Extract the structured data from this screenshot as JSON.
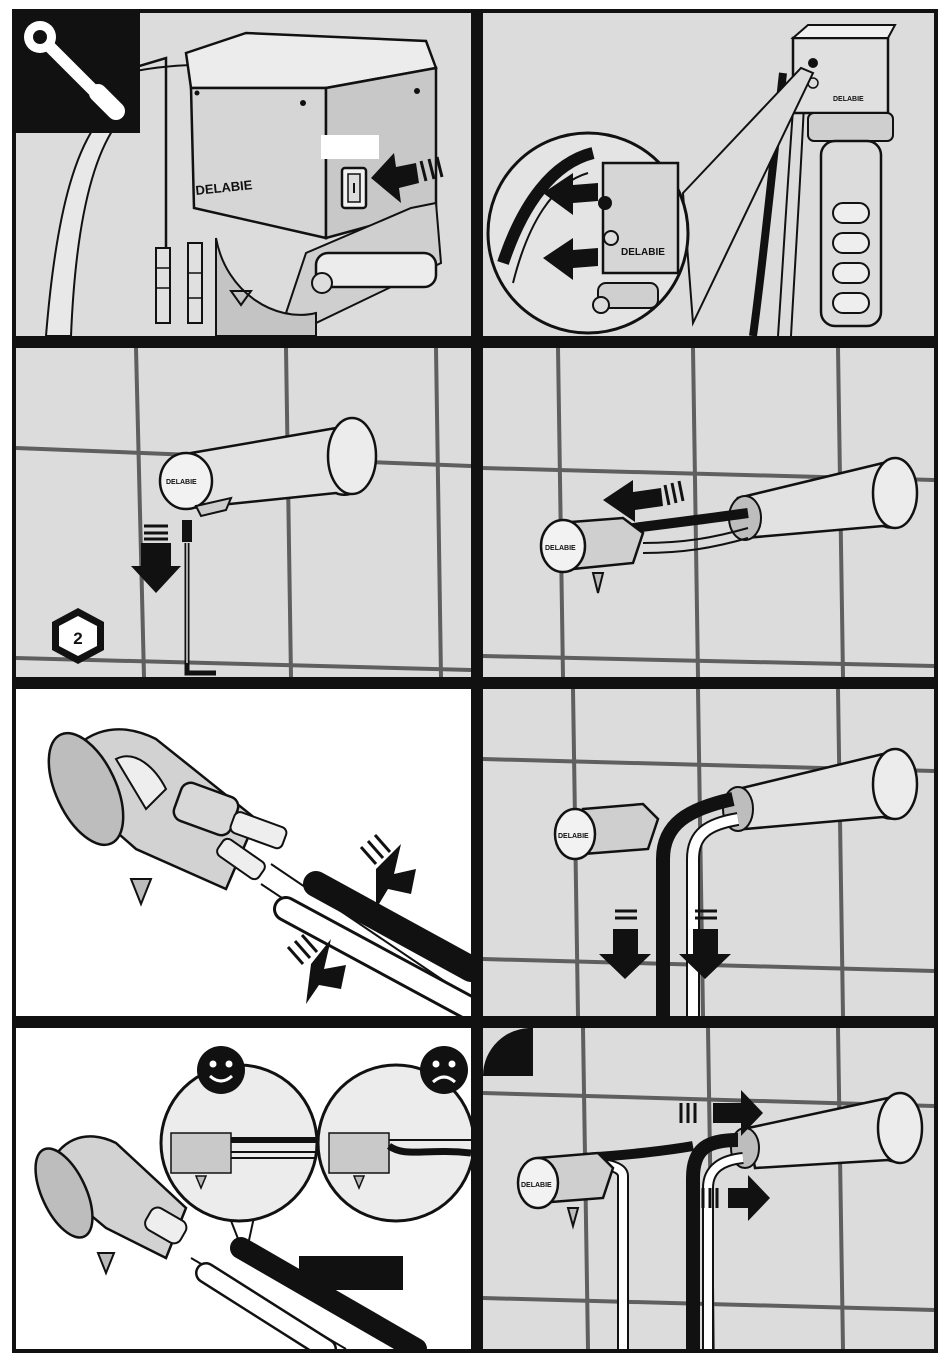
{
  "brand": "DELABIE",
  "step_badge": "2",
  "colors": {
    "frame": "#111111",
    "tile": "#dcdcdc",
    "grout": "#5f5f5f",
    "product": "#d2d2d2",
    "highlight": "#f2f2f2",
    "ink": "#111111",
    "white": "#ffffff"
  },
  "icons": [
    "wrench-icon",
    "hex-step-badge",
    "smiley-icon",
    "frown-icon",
    "arrow-icon"
  ]
}
